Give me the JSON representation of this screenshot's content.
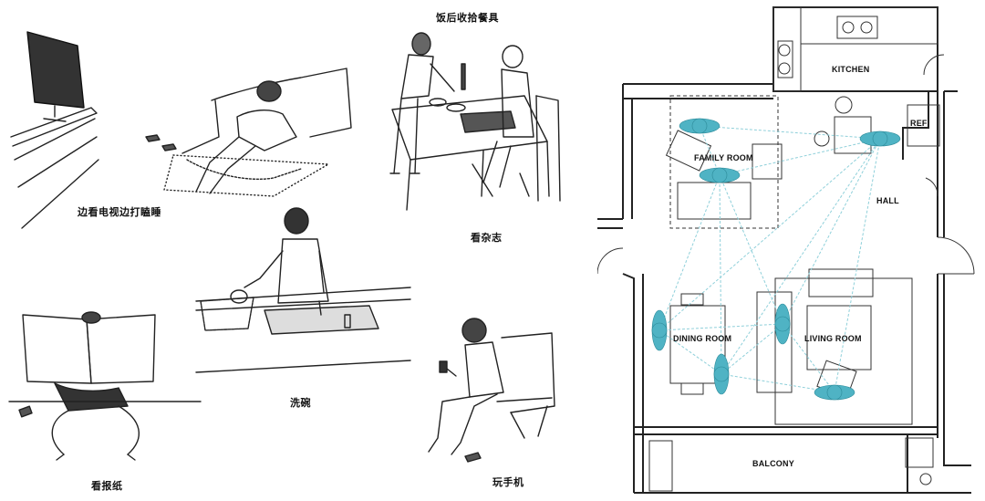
{
  "illustrations": {
    "captions": {
      "tv_nap": "边看电视边打瞌睡",
      "clear_table": "饭后收拾餐具",
      "read_magazine": "看杂志",
      "wash_dishes": "洗碗",
      "read_newspaper": "看报纸",
      "play_phone": "玩手机"
    }
  },
  "floor_plan": {
    "rooms": {
      "kitchen": "KITCHEN",
      "ref": "REF",
      "family_room": "FAMILY ROOM",
      "hall": "HALL",
      "dining_room": "DINING ROOM",
      "living_room": "LIVING ROOM",
      "balcony": "BALCONY"
    },
    "colors": {
      "person_marker": "#4fb3c4",
      "path_line": "#8fd0da",
      "wall": "#222222"
    }
  }
}
